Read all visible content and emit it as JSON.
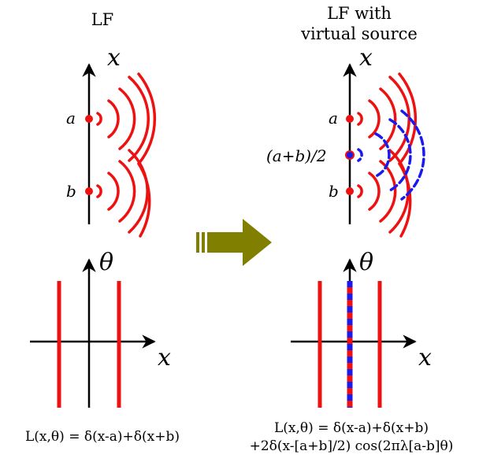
{
  "left_panel": {
    "title": "LF",
    "position_axis_label": "x",
    "point_a_label": "a",
    "point_b_label": "b",
    "angle_axis_label": "θ",
    "horizontal_axis_label": "x",
    "equation": "L(x,θ) = δ(x-a)+δ(x+b)"
  },
  "right_panel": {
    "title_line1": "LF with",
    "title_line2": "virtual source",
    "position_axis_label": "x",
    "point_a_label": "a",
    "virtual_point_label": "(a+b)/2",
    "point_b_label": "b",
    "angle_axis_label": "θ",
    "horizontal_axis_label": "x",
    "equation_line1": "L(x,θ) = δ(x-a)+δ(x+b)",
    "equation_line2": "+2δ(x-[a+b]/2) cos(2πλ[a-b]θ)"
  },
  "colors": {
    "real_source": "#ee1111",
    "virtual_source": "#1a1aee",
    "axis": "#000000",
    "arrow": "#807f00"
  },
  "icons": {
    "transform_arrow": "right-arrow-icon"
  }
}
